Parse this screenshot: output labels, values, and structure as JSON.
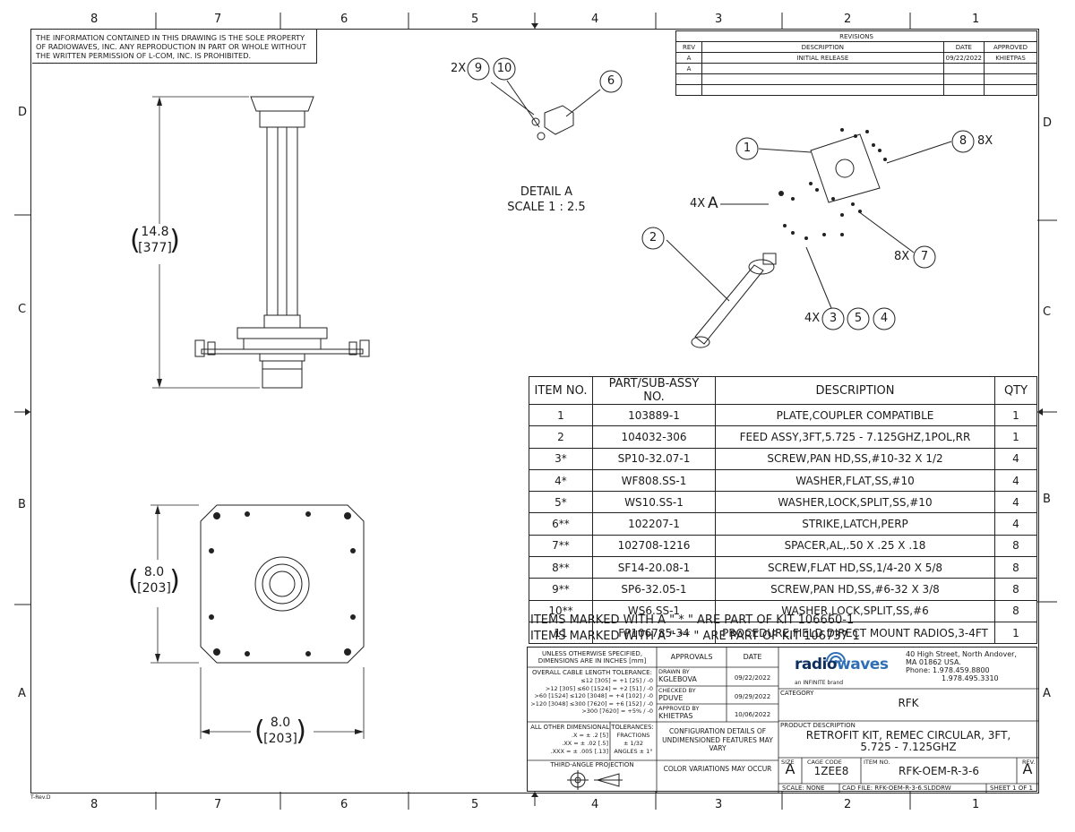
{
  "zones": {
    "columns": [
      "8",
      "7",
      "6",
      "5",
      "4",
      "3",
      "2",
      "1"
    ],
    "rows": [
      "D",
      "C",
      "B",
      "A"
    ]
  },
  "notice": "THE INFORMATION CONTAINED IN THIS DRAWING IS THE SOLE PROPERTY OF RADIOWAVES, INC. ANY REPRODUCTION IN PART OR WHOLE WITHOUT THE WRITTEN PERMISSION OF L-COM, INC. IS PROHIBITED.",
  "revisions": {
    "title": "REVISIONS",
    "headers": [
      "REV",
      "DESCRIPTION",
      "DATE",
      "APPROVED"
    ],
    "rows": [
      [
        "A",
        "INITIAL RELEASE",
        "09/22/2022",
        "KHIETPAS"
      ],
      [
        "A",
        "",
        "",
        ""
      ],
      [
        "",
        "",
        "",
        ""
      ],
      [
        "",
        "",
        "",
        ""
      ]
    ]
  },
  "views": {
    "detail_title": "DETAIL A",
    "detail_scale": "SCALE 1 : 2.5",
    "dim_height_in": "14.8",
    "dim_height_mm": "[377]",
    "dim_side_in": "8.0",
    "dim_side_mm": "[203]",
    "dim_width_in": "8.0",
    "dim_width_mm": "[203]"
  },
  "balloons": {
    "b2x": "2X",
    "b9": "9",
    "b10": "10",
    "b6": "6",
    "b1": "1",
    "b8": "8",
    "b8x": "8X",
    "detailref_qty": "4X",
    "detailref": "A",
    "b2": "2",
    "b8x2": "8X",
    "b7": "7",
    "b4x": "4X",
    "b3": "3",
    "b5": "5",
    "b4": "4"
  },
  "bom": {
    "headers": [
      "ITEM NO.",
      "PART/SUB-ASSY NO.",
      "DESCRIPTION",
      "QTY"
    ],
    "rows": [
      [
        "1",
        "103889-1",
        "PLATE,COUPLER COMPATIBLE",
        "1"
      ],
      [
        "2",
        "104032-306",
        "FEED ASSY,3FT,5.725 - 7.125GHZ,1POL,RR",
        "1"
      ],
      [
        "3*",
        "SP10-32.07-1",
        "SCREW,PAN HD,SS,#10-32 X 1/2",
        "4"
      ],
      [
        "4*",
        "WF808.SS-1",
        "WASHER,FLAT,SS,#10",
        "4"
      ],
      [
        "5*",
        "WS10.SS-1",
        "WASHER,LOCK,SPLIT,SS,#10",
        "4"
      ],
      [
        "6**",
        "102207-1",
        "STRIKE,LATCH,PERP",
        "4"
      ],
      [
        "7**",
        "102708-1216",
        "SPACER,AL,.50 X .25 X .18",
        "8"
      ],
      [
        "8**",
        "SF14-20.08-1",
        "SCREW,FLAT HD,SS,1/4-20 X 5/8",
        "8"
      ],
      [
        "9**",
        "SP6-32.05-1",
        "SCREW,PAN HD,SS,#6-32 X 3/8",
        "8"
      ],
      [
        "10**",
        "WS6.SS-1",
        "WASHER,LOCK,SPLIT,SS,#6",
        "8"
      ],
      [
        "11",
        "FP106785-34",
        "PROCEDURE,FIELD,DIRECT MOUNT RADIOS,3-4FT",
        "1"
      ]
    ],
    "note1": "ITEMS MARKED WITH A \" * \" ARE PART OF KIT 106660-1",
    "note2": "ITEMS MARKED WITH A \" ** \" ARE PART OF KIT 106737-1"
  },
  "titleblock": {
    "unless": "UNLESS OTHERWISE SPECIFIED, DIMENSIONS ARE IN INCHES [mm]",
    "cable_tol_title": "OVERALL CABLE LENGTH TOLERANCE:",
    "cable_tol": [
      "≤12 [305] = +1 [25] / -0",
      ">12 [305] ≤60 [1524] = +2 [51] / -0",
      ">60 [1524] ≤120 [3048] = +4 [102] / -0",
      ">120 [3048] ≤300 [7620] = +6 [152] / -0",
      ">300 [7620] = +5% / -0"
    ],
    "dim_tol_title": "ALL OTHER DIMENSIONAL TOLERANCES:",
    "dim_tol": [
      ".X = ± .2 [5]",
      ".XX = ± .02 [.5]",
      ".XXX = ± .005 [.13]"
    ],
    "fractions": "FRACTIONS",
    "fractions_val": "± 1/32",
    "angles": "ANGLES ± 1°",
    "third_angle": "THIRD-ANGLE PROJECTION",
    "approvals": "APPROVALS",
    "date": "DATE",
    "drawn_by_label": "DRAWN BY",
    "drawn_by": "KGLEBOVA",
    "drawn_date": "09/22/2022",
    "checked_by_label": "CHECKED BY",
    "checked_by": "PDUVE",
    "checked_date": "09/29/2022",
    "approved_by_label": "APPROVED BY",
    "approved_by": "KHIETPAS",
    "approved_date": "10/06/2022",
    "config_note": "CONFIGURATION DETAILS OF UNDIMENSIONED FEATURES MAY VARY",
    "color_note": "COLOR VARIATIONS MAY OCCUR",
    "logo_radio": "radio",
    "logo_waves": "waves",
    "logo_tag": "an INFINITE brand",
    "address": [
      "40 High Street, North Andover,",
      "MA 01862 USA.",
      "Phone: 1.978.459.8800",
      "1.978.495.3310"
    ],
    "category_label": "CATEGORY",
    "category": "RFK",
    "product_desc_label": "PRODUCT DESCRIPTION",
    "product_desc1": "RETROFIT KIT, REMEC CIRCULAR, 3FT,",
    "product_desc2": "5.725 - 7.125GHZ",
    "size_label": "SIZE",
    "size": "A",
    "cage_label": "CAGE CODE",
    "cage": "1ZEE8",
    "item_label": "ITEM NO.",
    "item": "RFK-OEM-R-3-6",
    "rev_label": "REV.",
    "rev": "A",
    "scale": "SCALE: NONE",
    "cad_file": "CAD FILE: RFK-OEM-R-3-6.SLDDRW",
    "sheet": "SHEET 1 OF 1"
  },
  "form_rev": "T-Rev.D"
}
